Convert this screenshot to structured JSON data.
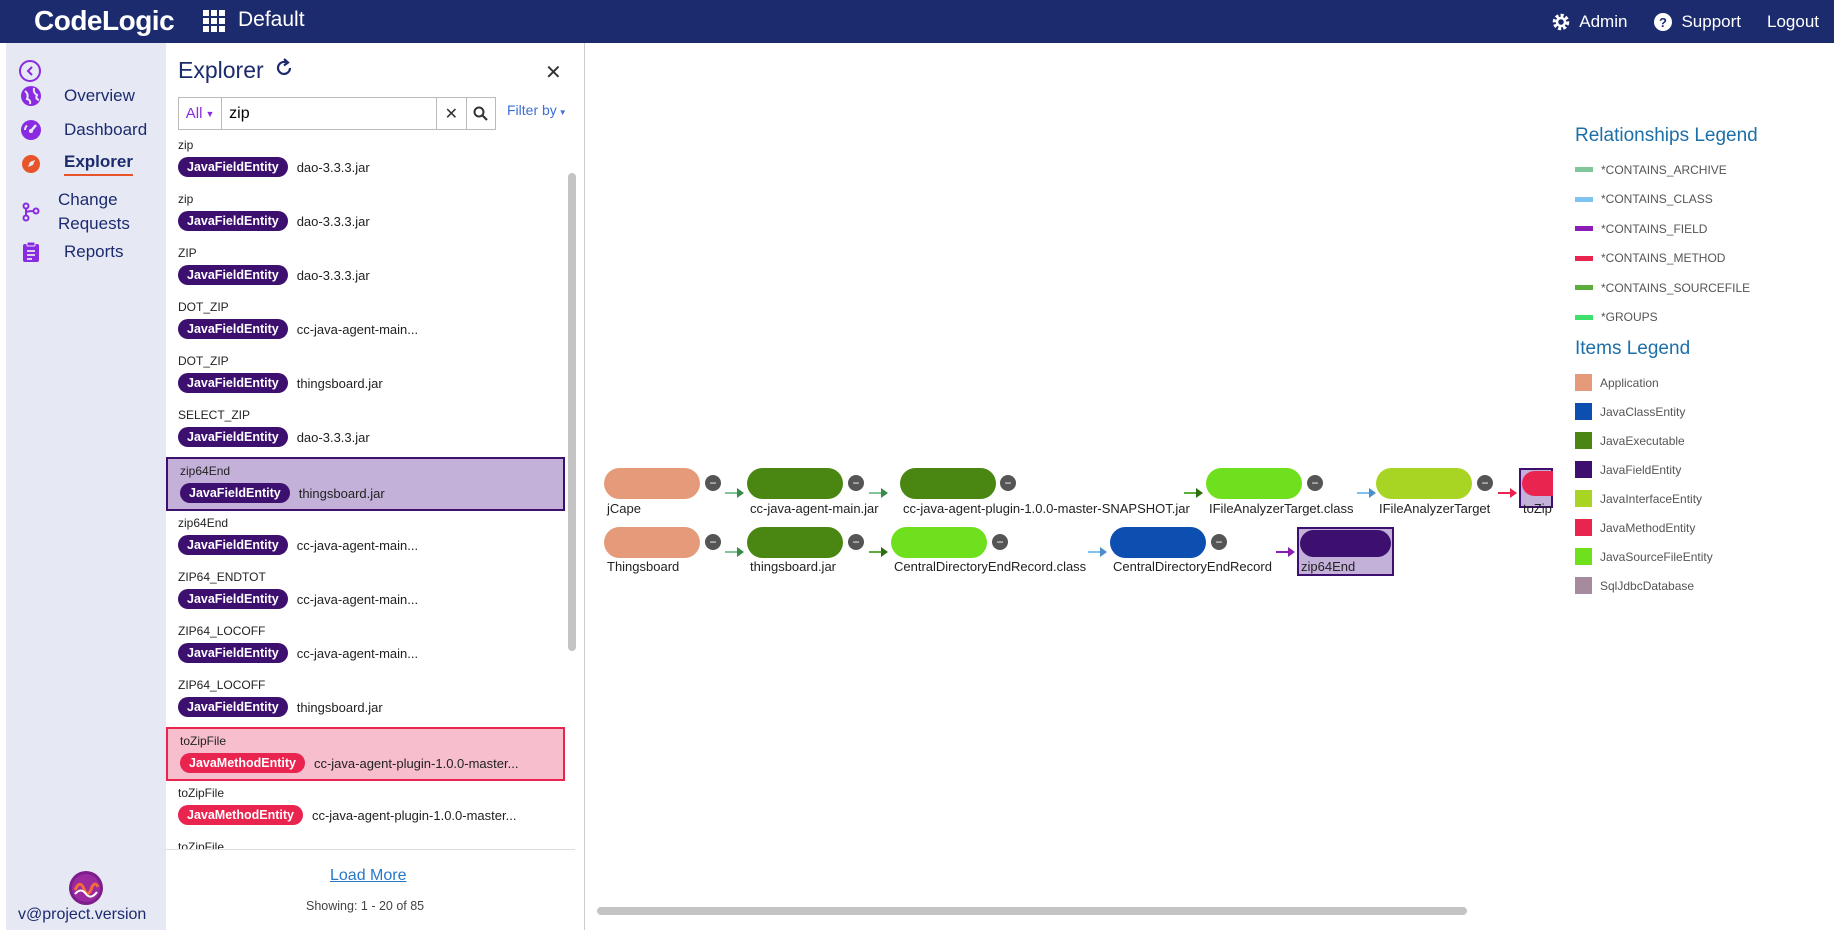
{
  "app": {
    "logo": "CodeLogic",
    "workspace": "Default",
    "admin": "Admin",
    "support": "Support",
    "logout": "Logout"
  },
  "nav": {
    "items": [
      {
        "label": "Overview",
        "icon": "globe-icon"
      },
      {
        "label": "Dashboard",
        "icon": "gauge-icon"
      },
      {
        "label": "Explorer",
        "icon": "compass-icon",
        "active": true
      },
      {
        "label": "Change Requests",
        "icon": "branch-icon"
      },
      {
        "label": "Reports",
        "icon": "clipboard-icon"
      }
    ],
    "version": "v@project.version"
  },
  "explorer": {
    "title": "Explorer",
    "search_type": "All",
    "search_value": "zip",
    "filter_by": "Filter by",
    "results": [
      {
        "name": "zip",
        "type": "JavaFieldEntity",
        "source": "dao-3.3.3.jar",
        "kind": "field"
      },
      {
        "name": "zip",
        "type": "JavaFieldEntity",
        "source": "dao-3.3.3.jar",
        "kind": "field"
      },
      {
        "name": "ZIP",
        "type": "JavaFieldEntity",
        "source": "dao-3.3.3.jar",
        "kind": "field"
      },
      {
        "name": "DOT_ZIP",
        "type": "JavaFieldEntity",
        "source": "cc-java-agent-main...",
        "kind": "field"
      },
      {
        "name": "DOT_ZIP",
        "type": "JavaFieldEntity",
        "source": "thingsboard.jar",
        "kind": "field"
      },
      {
        "name": "SELECT_ZIP",
        "type": "JavaFieldEntity",
        "source": "dao-3.3.3.jar",
        "kind": "field"
      },
      {
        "name": "zip64End",
        "type": "JavaFieldEntity",
        "source": "thingsboard.jar",
        "kind": "field",
        "selected": true
      },
      {
        "name": "zip64End",
        "type": "JavaFieldEntity",
        "source": "cc-java-agent-main...",
        "kind": "field"
      },
      {
        "name": "ZIP64_ENDTOT",
        "type": "JavaFieldEntity",
        "source": "cc-java-agent-main...",
        "kind": "field"
      },
      {
        "name": "ZIP64_LOCOFF",
        "type": "JavaFieldEntity",
        "source": "cc-java-agent-main...",
        "kind": "field"
      },
      {
        "name": "ZIP64_LOCOFF",
        "type": "JavaFieldEntity",
        "source": "thingsboard.jar",
        "kind": "field"
      },
      {
        "name": "toZipFile",
        "type": "JavaMethodEntity",
        "source": "cc-java-agent-plugin-1.0.0-master...",
        "kind": "method",
        "selected": true
      },
      {
        "name": "toZipFile",
        "type": "JavaMethodEntity",
        "source": "cc-java-agent-plugin-1.0.0-master...",
        "kind": "method"
      },
      {
        "name": "toZipFile",
        "type": "",
        "source": "",
        "kind": "method"
      }
    ],
    "load_more": "Load More",
    "showing": "Showing: 1 - 20 of 85"
  },
  "graph": {
    "row1": [
      {
        "label": "jCape",
        "color": "#e59a7a"
      },
      {
        "label": "cc-java-agent-main.jar",
        "color": "#4a8712"
      },
      {
        "label": "cc-java-agent-plugin-1.0.0-master-SNAPSHOT.jar",
        "color": "#4a8712"
      },
      {
        "label": "IFileAnalyzerTarget.class",
        "color": "#6ee01e"
      },
      {
        "label": "IFileAnalyzerTarget",
        "color": "#a8d424"
      },
      {
        "label": "toZip",
        "color": "#e8244f"
      }
    ],
    "row2": [
      {
        "label": "Thingsboard",
        "color": "#e59a7a"
      },
      {
        "label": "thingsboard.jar",
        "color": "#4a8712"
      },
      {
        "label": "CentralDirectoryEndRecord.class",
        "color": "#6ee01e"
      },
      {
        "label": "CentralDirectoryEndRecord",
        "color": "#0d4fb0"
      },
      {
        "label": "zip64End",
        "color": "#3d1070"
      }
    ],
    "collapse_symbol": "−"
  },
  "legend": {
    "relationships_title": "Relationships Legend",
    "relationships": [
      {
        "label": "*CONTAINS_ARCHIVE",
        "color": "#7fc79a"
      },
      {
        "label": "*CONTAINS_CLASS",
        "color": "#7ec3f0"
      },
      {
        "label": "*CONTAINS_FIELD",
        "color": "#8a1db5"
      },
      {
        "label": "*CONTAINS_METHOD",
        "color": "#e8244f"
      },
      {
        "label": "*CONTAINS_SOURCEFILE",
        "color": "#5cae3c"
      },
      {
        "label": "*GROUPS",
        "color": "#3ee06a"
      }
    ],
    "items_title": "Items Legend",
    "items": [
      {
        "label": "Application",
        "color": "#e59a7a"
      },
      {
        "label": "JavaClassEntity",
        "color": "#0d4fb0"
      },
      {
        "label": "JavaExecutable",
        "color": "#4a8712"
      },
      {
        "label": "JavaFieldEntity",
        "color": "#3d1070"
      },
      {
        "label": "JavaInterfaceEntity",
        "color": "#a8d424"
      },
      {
        "label": "JavaMethodEntity",
        "color": "#e8244f"
      },
      {
        "label": "JavaSourceFileEntity",
        "color": "#6ee01e"
      },
      {
        "label": "SqlJdbcDatabase",
        "color": "#a68a9e"
      }
    ]
  }
}
